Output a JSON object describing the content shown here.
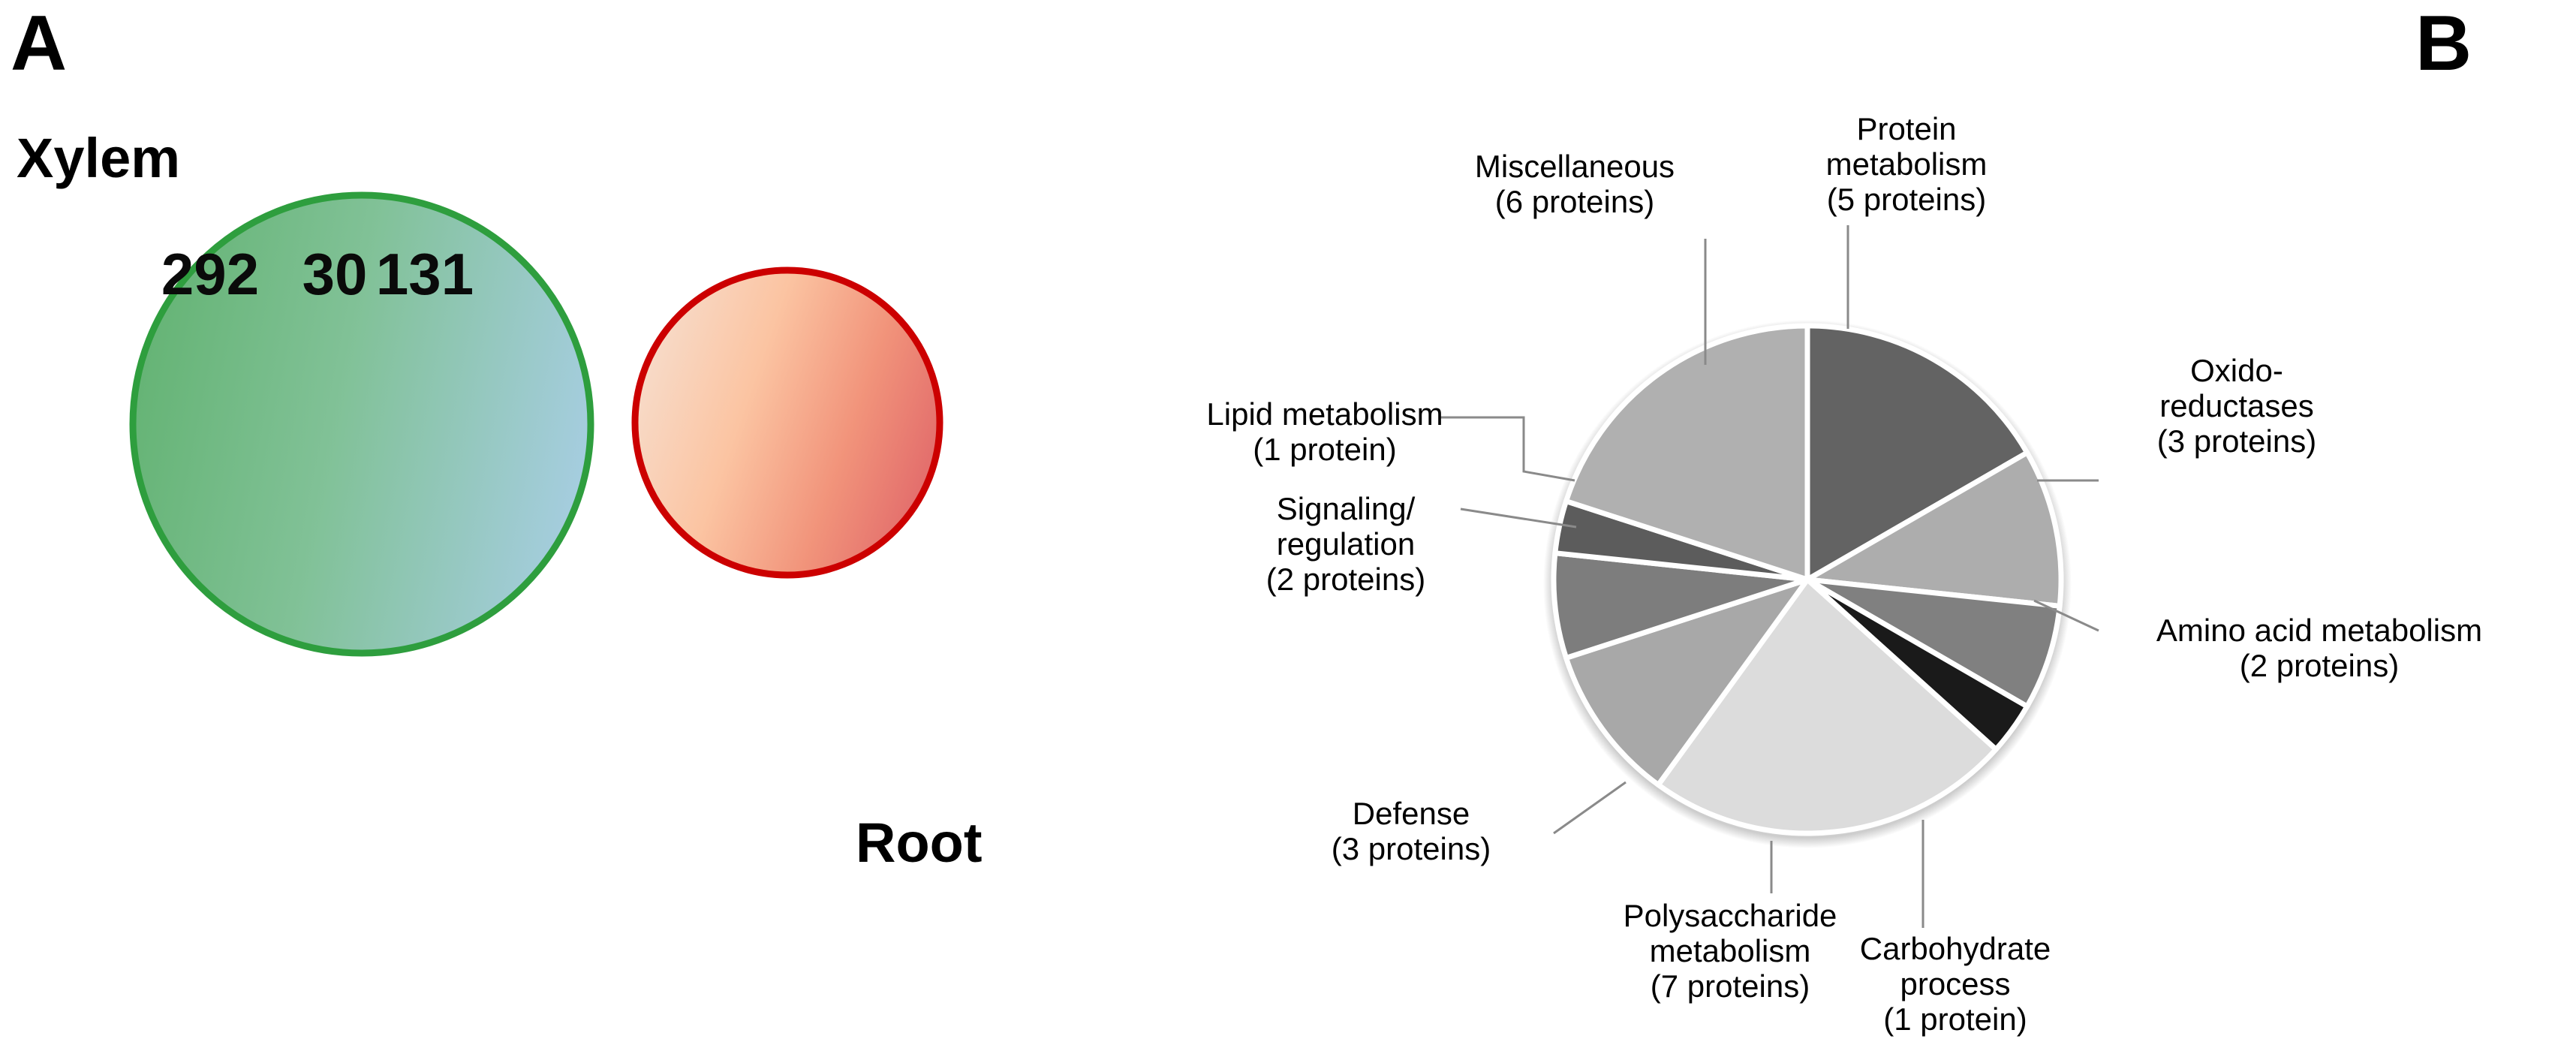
{
  "figure": {
    "panels": [
      {
        "letter": "A",
        "type": "venn"
      },
      {
        "letter": "B",
        "type": "pie"
      }
    ]
  },
  "panel_a": {
    "letter": "A",
    "type": "venn-diagram",
    "sets": [
      {
        "name": "Xylem",
        "label": "Xylem",
        "exclusive_count": "292",
        "outline_color": "#2e9e3e"
      },
      {
        "name": "Root",
        "label": "Root",
        "exclusive_count": "131",
        "outline_color": "#cc0000"
      }
    ],
    "intersection_count": "30",
    "colors": {
      "xylem_fill_start": "#5eb16e",
      "xylem_fill_end": "#9cc8dd",
      "root_fill_start": "#f8d5c0",
      "root_fill_end": "#e8635f",
      "xylem_stroke": "#2e9e3e",
      "root_stroke": "#cc0000"
    }
  },
  "panel_b": {
    "letter": "B",
    "type": "pie-chart"
  },
  "chart_data": {
    "type": "pie",
    "title": "",
    "unit": "proteins",
    "total": 30,
    "legend_position": "callout-labels",
    "start_angle_deg": 0,
    "direction": "clockwise",
    "categories": [
      "Protein metabolism",
      "Oxido-reductases",
      "Amino acid metabolism",
      "Carbohydrate process",
      "Polysaccharide metabolism",
      "Defense",
      "Signaling/regulation",
      "Lipid metabolism",
      "Miscellaneous"
    ],
    "values": [
      5,
      3,
      2,
      1,
      7,
      3,
      2,
      1,
      6
    ],
    "slices": [
      {
        "name": "Protein metabolism",
        "name_lines": [
          "Protein",
          "metabolism"
        ],
        "count": 5,
        "count_label": "(5 proteins)",
        "color": "#636363",
        "start_deg": 0,
        "end_deg": 60
      },
      {
        "name": "Oxido-reductases",
        "name_lines": [
          "Oxido-",
          "reductases"
        ],
        "count": 3,
        "count_label": "(3 proteins)",
        "color": "#adadad",
        "start_deg": 60,
        "end_deg": 96
      },
      {
        "name": "Amino acid metabolism",
        "name_lines": [
          "Amino acid metabolism"
        ],
        "count": 2,
        "count_label": "(2 proteins)",
        "color": "#808080",
        "start_deg": 96,
        "end_deg": 120
      },
      {
        "name": "Carbohydrate process",
        "name_lines": [
          "Carbohydrate",
          "process"
        ],
        "count": 1,
        "count_label": "(1 protein)",
        "color": "#1a1a1a",
        "start_deg": 120,
        "end_deg": 132
      },
      {
        "name": "Polysaccharide metabolism",
        "name_lines": [
          "Polysaccharide",
          "metabolism"
        ],
        "count": 7,
        "count_label": "(7 proteins)",
        "color": "#dcdcdc",
        "start_deg": 132,
        "end_deg": 216
      },
      {
        "name": "Defense",
        "name_lines": [
          "Defense"
        ],
        "count": 3,
        "count_label": "(3 proteins)",
        "color": "#a8a8a8",
        "start_deg": 216,
        "end_deg": 252
      },
      {
        "name": "Signaling/regulation",
        "name_lines": [
          "Signaling/",
          "regulation"
        ],
        "count": 2,
        "count_label": "(2 proteins)",
        "color": "#7d7d7d",
        "start_deg": 252,
        "end_deg": 276
      },
      {
        "name": "Lipid metabolism",
        "name_lines": [
          "Lipid metabolism"
        ],
        "count": 1,
        "count_label": "(1 protein)",
        "color": "#5c5c5c",
        "start_deg": 276,
        "end_deg": 288
      },
      {
        "name": "Miscellaneous",
        "name_lines": [
          "Miscellaneous"
        ],
        "count": 6,
        "count_label": "(6 proteins)",
        "color": "#b0b0b0",
        "start_deg": 288,
        "end_deg": 360
      }
    ],
    "labels": {
      "protein_metabolism_l1": "Protein",
      "protein_metabolism_l2": "metabolism",
      "protein_metabolism_count": "(5 proteins)",
      "oxidoreductases_l1": "Oxido-",
      "oxidoreductases_l2": "reductases",
      "oxidoreductases_count": "(3 proteins)",
      "amino_acid_l1": "Amino acid metabolism",
      "amino_acid_count": "(2 proteins)",
      "carbohydrate_l1": "Carbohydrate",
      "carbohydrate_l2": "process",
      "carbohydrate_count": "(1 protein)",
      "polysaccharide_l1": "Polysaccharide",
      "polysaccharide_l2": "metabolism",
      "polysaccharide_count": "(7 proteins)",
      "defense_l1": "Defense",
      "defense_count": "(3 proteins)",
      "signaling_l1": "Signaling/",
      "signaling_l2": "regulation",
      "signaling_count": "(2 proteins)",
      "lipid_l1": "Lipid metabolism",
      "lipid_count": "(1 protein)",
      "miscellaneous_l1": "Miscellaneous",
      "miscellaneous_count": "(6 proteins)"
    }
  }
}
